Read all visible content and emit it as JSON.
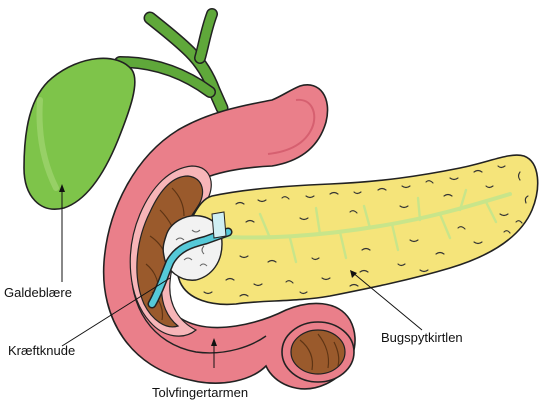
{
  "labels": {
    "gallbladder": "Galdeblære",
    "tumor": "Kræftknude",
    "duodenum": "Tolvfingertarmen",
    "pancreas": "Bugspytkirtlen"
  },
  "colors": {
    "gallbladder": "#7ec44a",
    "bile_duct": "#5fa83a",
    "duodenum": "#ea7f8a",
    "duodenum_inner": "#f7b5b8",
    "lumen": "#9a5a2c",
    "pancreas": "#f5e47a",
    "pancreatic_duct": "#c8e58a",
    "tumor": "#f2f2f2",
    "tumor_duct": "#55c9d8"
  }
}
